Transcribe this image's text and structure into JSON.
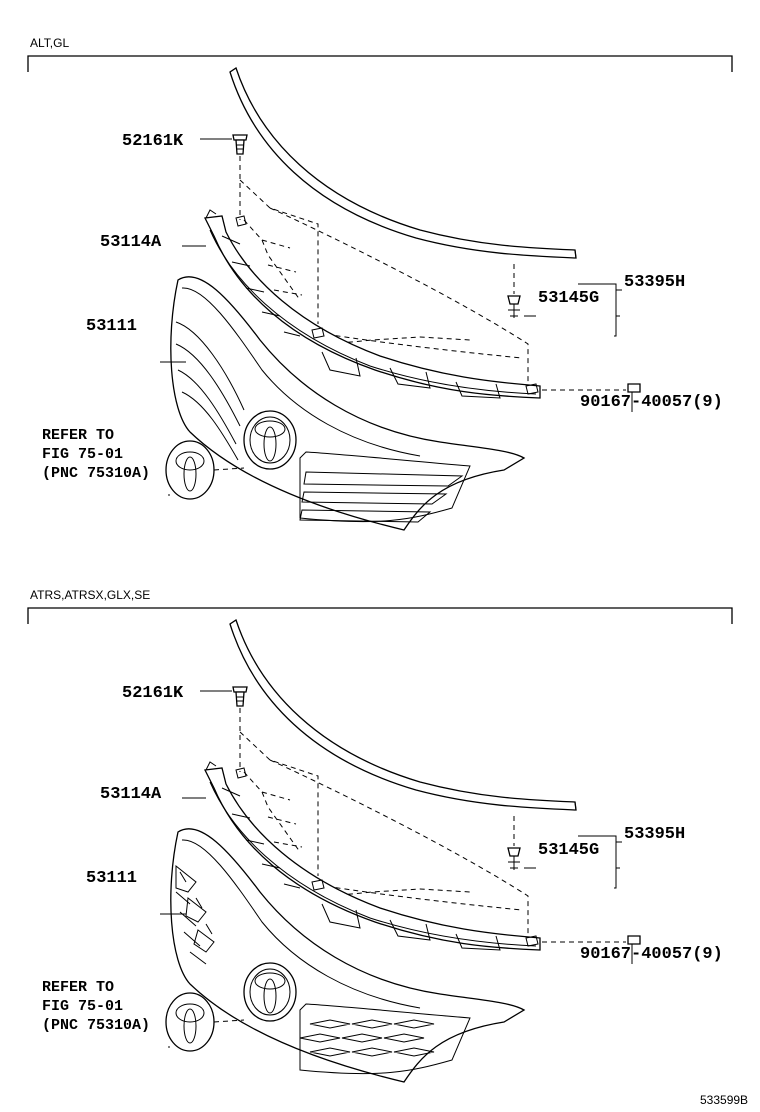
{
  "sections": [
    {
      "variant_label": "ALT,GL",
      "parts": {
        "p52161K": "52161K",
        "p53114A": "53114A",
        "p53111": "53111",
        "p53395H": "53395H",
        "p53145G": "53145G",
        "p90167": "90167-40057(9)"
      },
      "note": [
        "REFER TO",
        "FIG 75-01",
        "(PNC 75310A)"
      ],
      "grille_style": "horizontal-slats"
    },
    {
      "variant_label": "ATRS,ATRSX,GLX,SE",
      "parts": {
        "p52161K": "52161K",
        "p53114A": "53114A",
        "p53111": "53111",
        "p53395H": "53395H",
        "p53145G": "53145G",
        "p90167": "90167-40057(9)"
      },
      "note": [
        "REFER TO",
        "FIG 75-01",
        "(PNC 75310A)"
      ],
      "grille_style": "honeycomb-mesh"
    }
  ],
  "reference_number": "533599B"
}
